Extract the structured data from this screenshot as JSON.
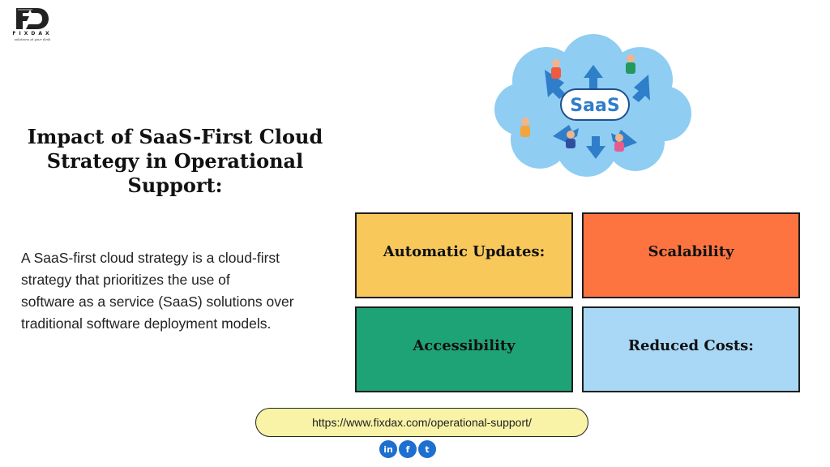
{
  "logo": {
    "brand": "FIXDAX",
    "tagline": "solutions at your desk"
  },
  "title": {
    "lines": [
      "Impact of SaaS-First Cloud",
      "Strategy in Operational",
      "Support:"
    ]
  },
  "description": {
    "lines": [
      "A SaaS-first cloud strategy is a cloud-first",
      "strategy that prioritizes the use of",
      "software as a service (SaaS) solutions over",
      "traditional software deployment models."
    ]
  },
  "illustration": {
    "label": "SaaS"
  },
  "boxes": [
    {
      "label": "Automatic Updates:",
      "color": "#f8c85a"
    },
    {
      "label": "Scalability",
      "color": "#fd7440"
    },
    {
      "label": "Accessibility",
      "color": "#1ea377"
    },
    {
      "label": "Reduced Costs:",
      "color": "#a8d8f6"
    }
  ],
  "footer": {
    "url": "https://www.fixdax.com/operational-support/",
    "social": [
      {
        "icon": "linkedin-icon",
        "glyph": "in"
      },
      {
        "icon": "facebook-icon",
        "glyph": "f"
      },
      {
        "icon": "twitter-icon",
        "glyph": "t"
      }
    ]
  }
}
